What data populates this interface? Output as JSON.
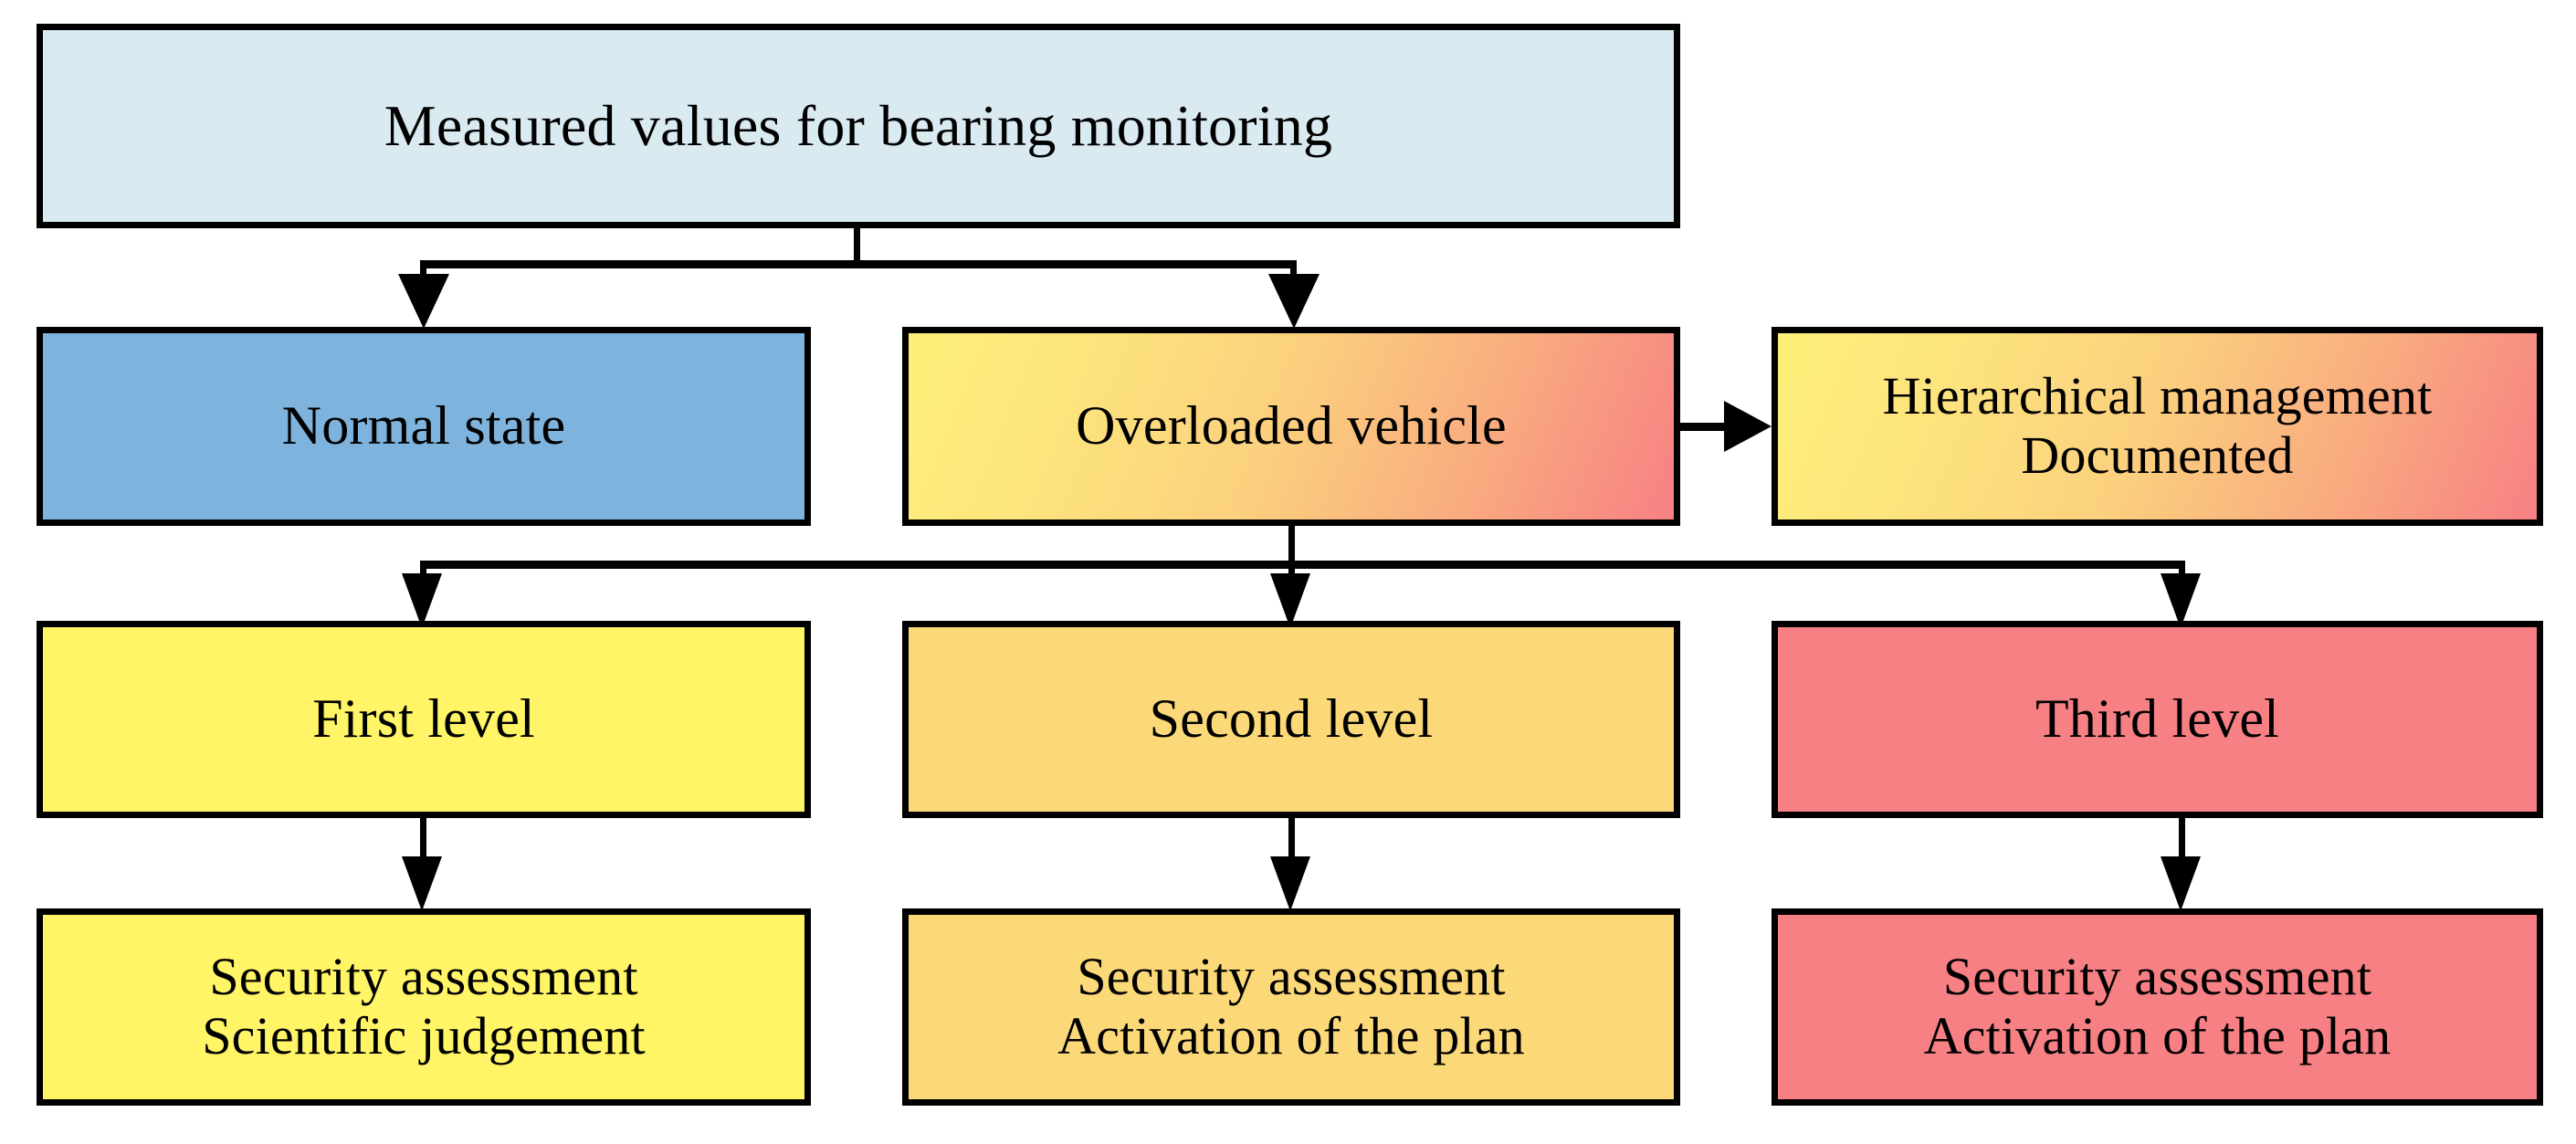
{
  "diagram": {
    "title": "Bearing monitoring decision flowchart",
    "colors": {
      "top_box": "#d9eaf0",
      "normal_state": "#7db3dc",
      "warm_gradient_start": "#fdf07a",
      "warm_gradient_end": "#f78084",
      "first_level": "#fff566",
      "second_level": "#fbd978",
      "third_level": "#f78084",
      "stroke": "#000000",
      "background": "#ffffff"
    },
    "nodes": {
      "root": {
        "label": "Measured values for bearing monitoring"
      },
      "normal_state": {
        "label": "Normal state"
      },
      "overloaded_vehicle": {
        "label": "Overloaded vehicle"
      },
      "hierarchical_management": {
        "label": "Hierarchical management\nDocumented"
      },
      "first_level": {
        "label": "First level"
      },
      "second_level": {
        "label": "Second level"
      },
      "third_level": {
        "label": "Third level"
      },
      "first_level_action": {
        "label": "Security assessment\nScientific judgement"
      },
      "second_level_action": {
        "label": "Security assessment\nActivation of the plan"
      },
      "third_level_action": {
        "label": "Security assessment\nActivation of the plan"
      }
    },
    "edges": [
      {
        "from": "root",
        "to": "normal_state",
        "style": "elbow-down-arrow"
      },
      {
        "from": "root",
        "to": "overloaded_vehicle",
        "style": "elbow-down-arrow"
      },
      {
        "from": "overloaded_vehicle",
        "to": "hierarchical_management",
        "style": "straight-right-arrow"
      },
      {
        "from": "overloaded_vehicle",
        "to": "first_level",
        "style": "elbow-down-arrow"
      },
      {
        "from": "overloaded_vehicle",
        "to": "second_level",
        "style": "elbow-down-arrow"
      },
      {
        "from": "overloaded_vehicle",
        "to": "third_level",
        "style": "elbow-down-arrow"
      },
      {
        "from": "first_level",
        "to": "first_level_action",
        "style": "straight-down-arrow"
      },
      {
        "from": "second_level",
        "to": "second_level_action",
        "style": "straight-down-arrow"
      },
      {
        "from": "third_level",
        "to": "third_level_action",
        "style": "straight-down-arrow"
      }
    ]
  }
}
